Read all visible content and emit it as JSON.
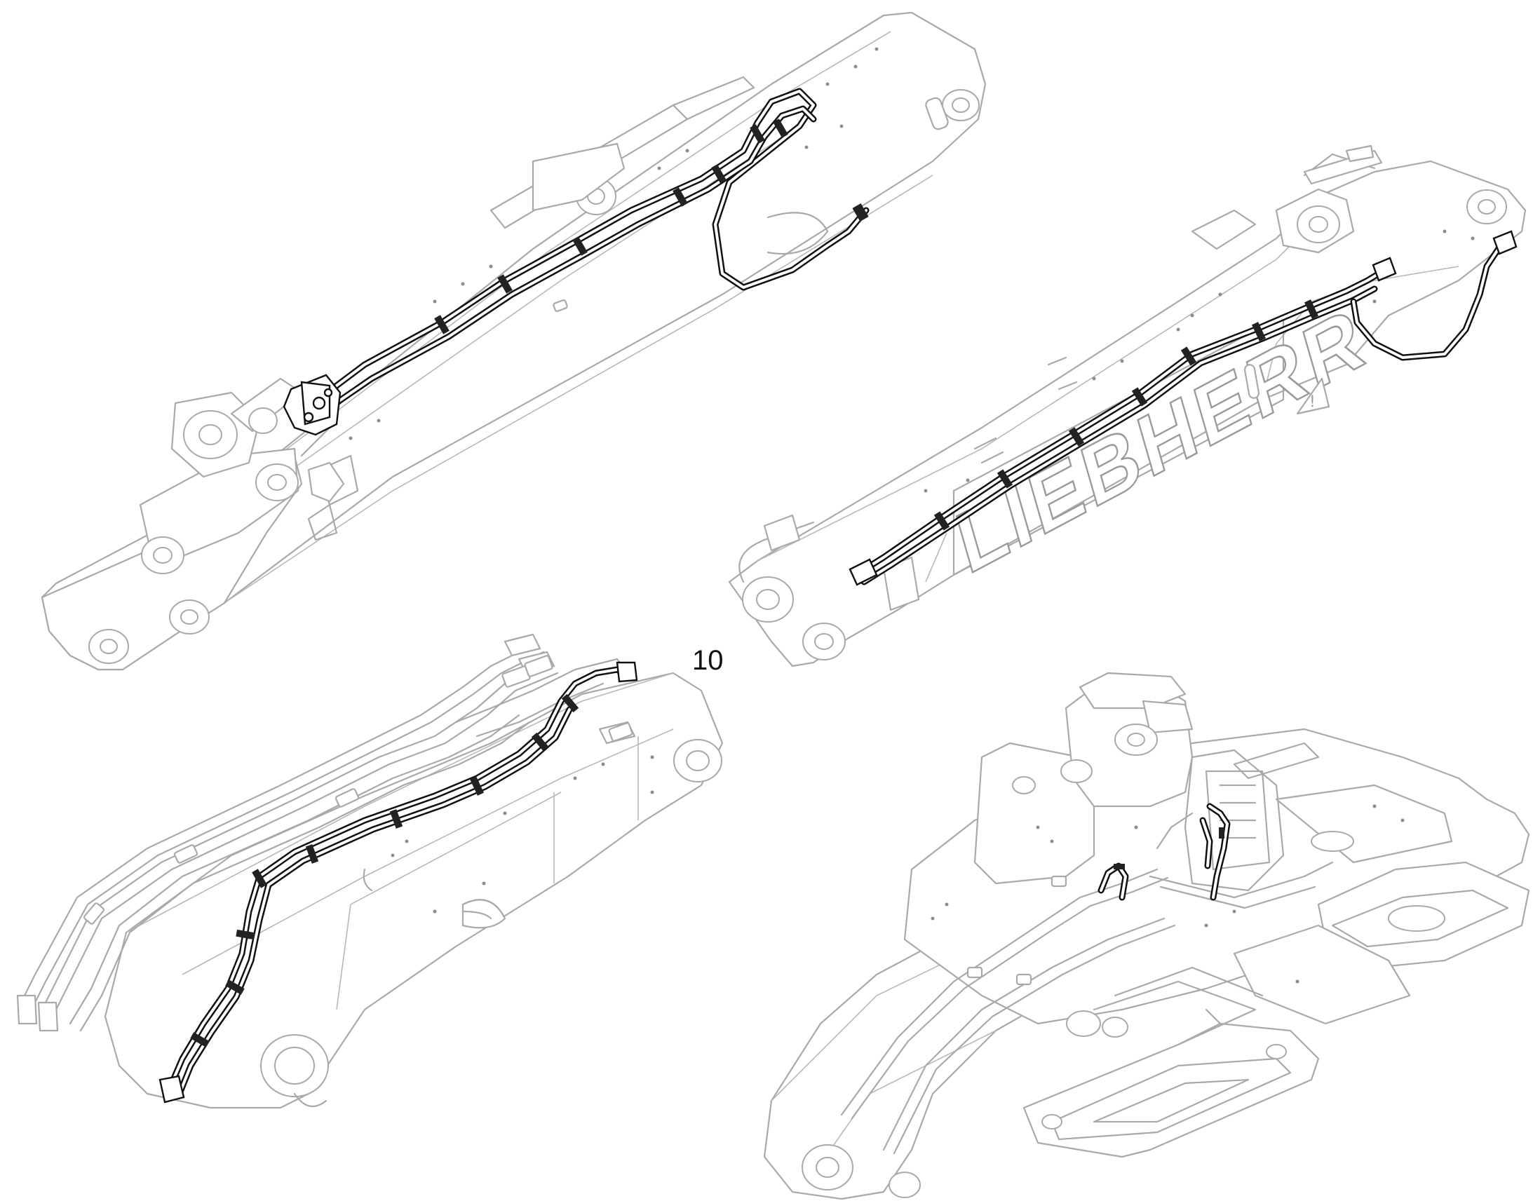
{
  "diagram": {
    "item_number": "10",
    "brand_text": "LIEBHERR"
  },
  "views": [
    {
      "name": "boom-view-top-left"
    },
    {
      "name": "boom-view-top-right"
    },
    {
      "name": "boom-view-bottom-left"
    },
    {
      "name": "uppercarriage-view-bottom-right"
    }
  ],
  "colors": {
    "outline": "#a9a9a9",
    "hose": "#111111",
    "background": "#ffffff"
  }
}
